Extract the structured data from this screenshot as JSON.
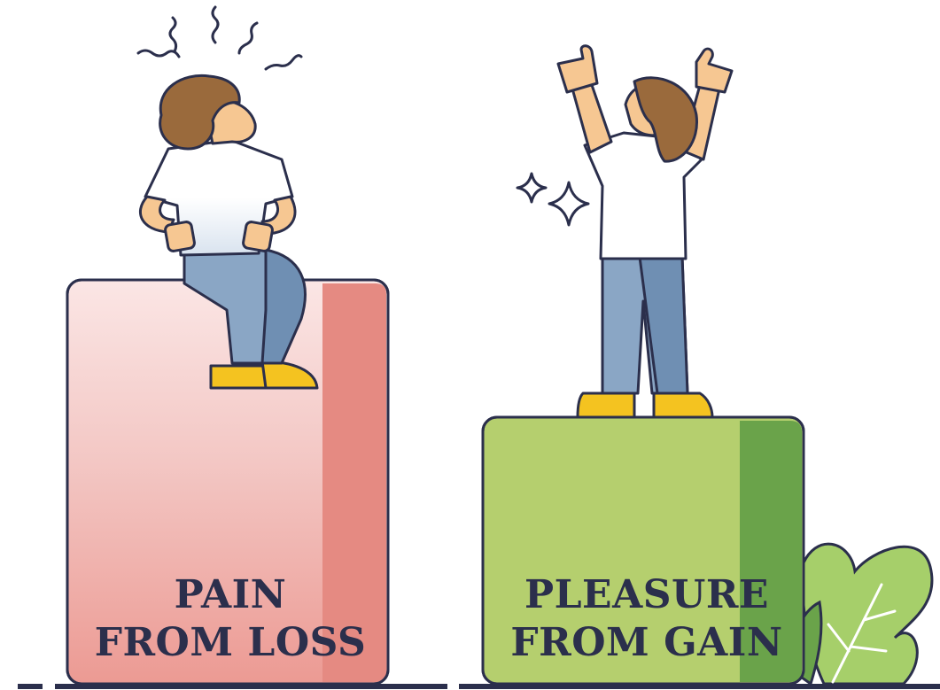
{
  "labels": {
    "pain": {
      "line1": "PAIN",
      "line2": "FROM LOSS"
    },
    "pleasure": {
      "line1": "PLEASURE",
      "line2": "FROM GAIN"
    }
  },
  "colors": {
    "pain_block": "#f0b4b0",
    "pain_block_side": "#e58a82",
    "gain_block": "#b5cf6e",
    "gain_block_side": "#6aa34a",
    "outline": "#2b2f4c",
    "hair": "#9a6a3c",
    "skin": "#f6c792",
    "shirt": "#ffffff",
    "pants": "#8aa6c5",
    "shoes": "#f4c320",
    "leaf": "#a6cf6a",
    "text": "#2b2f4c"
  },
  "icons": {
    "stress_lines": "stress-lines-icon",
    "sparkles": "sparkle-icon",
    "plant": "plant-leaf-icon"
  }
}
